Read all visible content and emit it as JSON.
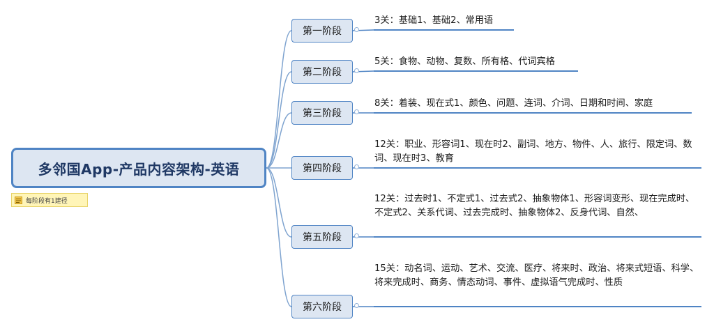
{
  "root": {
    "title": "多邻国App-产品内容架构-英语",
    "note": "每阶段有1建径"
  },
  "stages": [
    {
      "label": "第一阶段",
      "detail": "3关：基础1、基础2、常用语"
    },
    {
      "label": "第二阶段",
      "detail": "5关：食物、动物、复数、所有格、代词宾格"
    },
    {
      "label": "第三阶段",
      "detail": "8关：着装、现在式1、颜色、问题、连词、介词、日期和时间、家庭"
    },
    {
      "label": "第四阶段",
      "detail": "12关：职业、形容词1、现在时2、副词、地方、物件、人、旅行、限定词、数词、现在时3、教育"
    },
    {
      "label": "第五阶段",
      "detail": "12关：过去时1、不定式1、过去式2、抽象物体1、形容词变形、现在完成时、不定式2、关系代词、过去完成时、抽象物体2、反身代词、自然、"
    },
    {
      "label": "第六阶段",
      "detail": "15关：动名词、运动、艺术、交流、医疗、将来时、政治、将来式短语、科学、将来完成时、商务、情态动词、事件、虚拟语气完成时、性质"
    }
  ],
  "colors": {
    "connector": "#7ea3cf",
    "underline": "#4f84c4",
    "node_fill": "#dde6f2",
    "node_border": "#4f84c4"
  }
}
